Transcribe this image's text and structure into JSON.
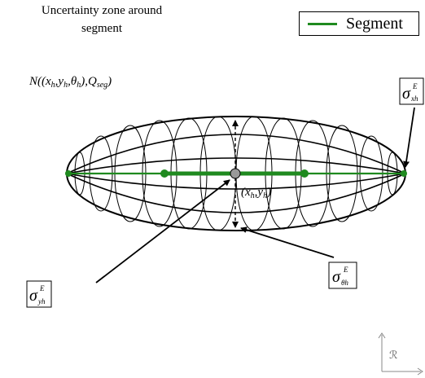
{
  "title": {
    "line1": "Uncertainty zone around",
    "line2": "segment"
  },
  "legend": {
    "label": "Segment",
    "color": "#1f8a1f"
  },
  "distribution_label": {
    "prefix": "N((",
    "x": "x",
    "x_sub": "h",
    "sep1": ",",
    "y": "y",
    "y_sub": "h",
    "sep2": ",",
    "theta": "θ",
    "theta_sub": "h",
    "mid": "),",
    "q": "Q",
    "q_sub": "seg",
    "suffix": ")"
  },
  "center_label": {
    "open": "(",
    "x": "x",
    "x_sub": "h",
    "sep": ",",
    "y": "y",
    "y_sub": "h",
    "close": ")"
  },
  "sigma_boxes": {
    "xh": {
      "symbol": "σ",
      "sup": "E",
      "sub": "xh"
    },
    "yh": {
      "symbol": "σ",
      "sup": "E",
      "sub": "yh"
    },
    "theta_h": {
      "symbol": "σ",
      "sup": "E",
      "sub": "θh"
    }
  },
  "axis_label": "ℛ",
  "colors": {
    "segment": "#1f8a1f",
    "center_point": "#999999",
    "lines": "#000000"
  }
}
